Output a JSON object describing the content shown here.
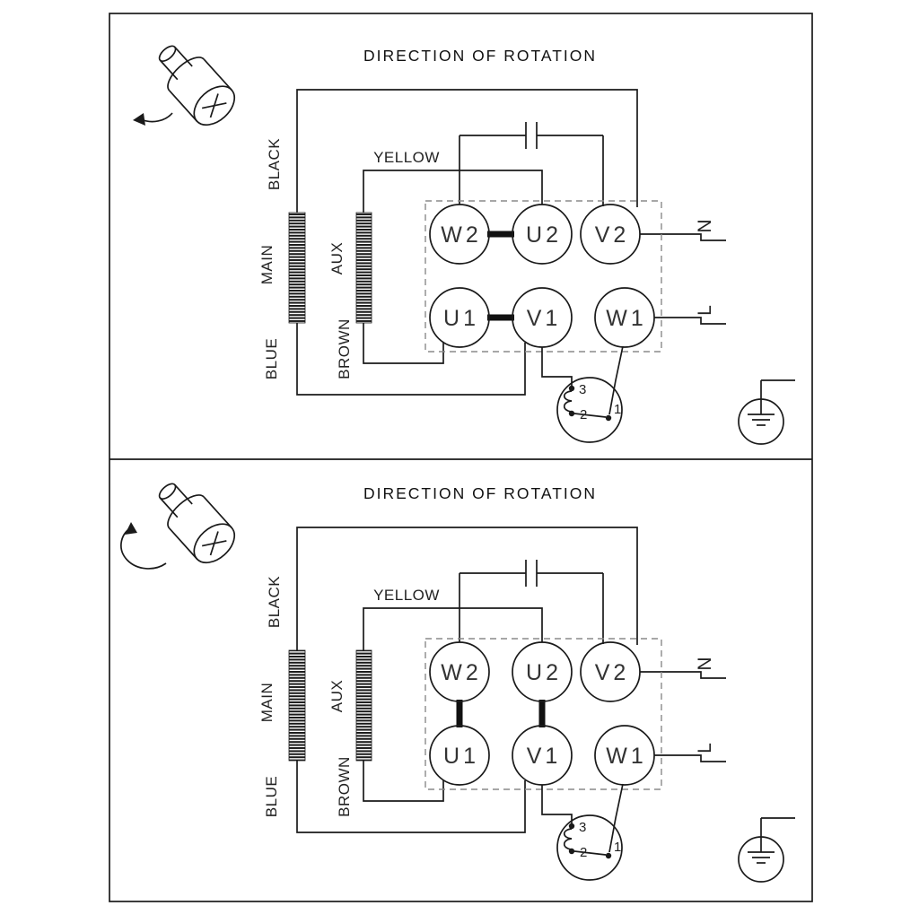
{
  "diagram": {
    "background": "#ffffff",
    "line_color": "#1a1a1a",
    "panels": [
      {
        "title": "DIRECTION OF ROTATION",
        "rotation_arrow": "counterclockwise",
        "labels": {
          "black": "BLACK",
          "yellow": "YELLOW",
          "blue": "BLUE",
          "brown": "BROWN",
          "main": "MAIN",
          "aux": "AUX",
          "neutral": "N",
          "line": "L"
        },
        "terminals": {
          "w2": "W2",
          "u2": "U2",
          "v2": "V2",
          "u1": "U1",
          "v1": "V1",
          "w1": "W1"
        },
        "thermal_switch": {
          "t3": "3",
          "t2": "2",
          "t1": "1"
        },
        "links": [
          "W2-U2",
          "U1-V1"
        ]
      },
      {
        "title": "DIRECTION OF ROTATION",
        "rotation_arrow": "clockwise",
        "labels": {
          "black": "BLACK",
          "yellow": "YELLOW",
          "blue": "BLUE",
          "brown": "BROWN",
          "main": "MAIN",
          "aux": "AUX",
          "neutral": "N",
          "line": "L"
        },
        "terminals": {
          "w2": "W2",
          "u2": "U2",
          "v2": "V2",
          "u1": "U1",
          "v1": "V1",
          "w1": "W1"
        },
        "thermal_switch": {
          "t3": "3",
          "t2": "2",
          "t1": "1"
        },
        "links": [
          "W2-U1",
          "U2-V1"
        ]
      }
    ]
  }
}
